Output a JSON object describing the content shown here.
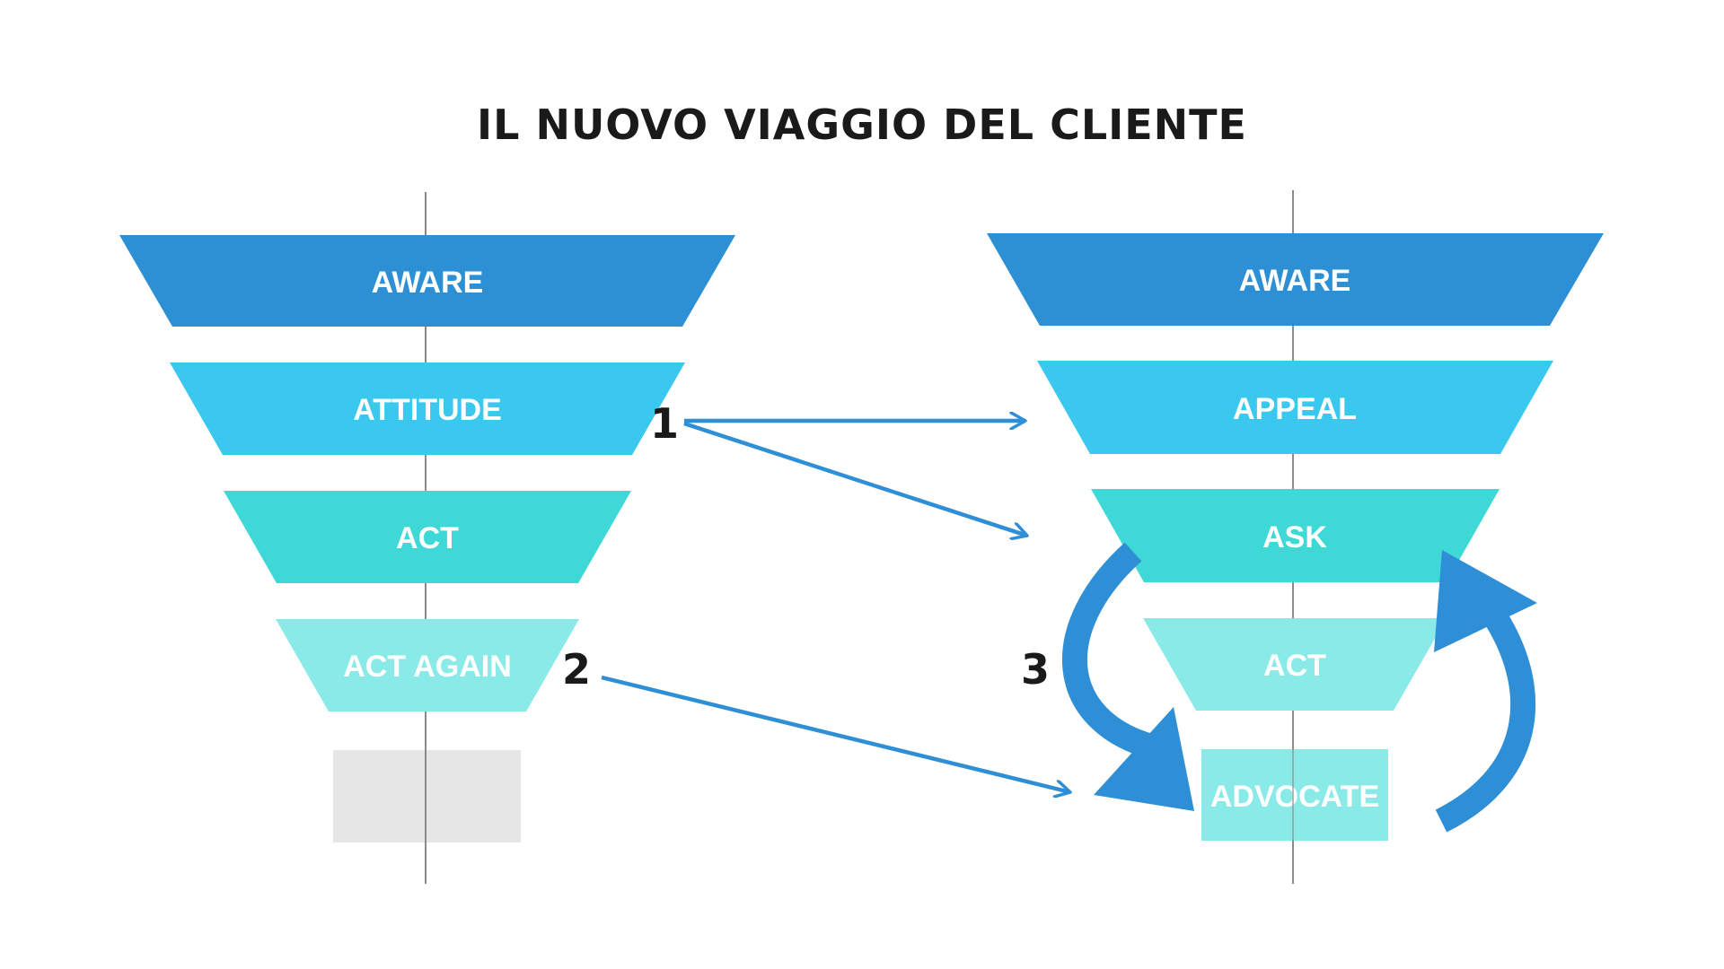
{
  "title": "IL NUOVO VIAGGIO DEL CLIENTE",
  "left_funnel": {
    "stages": [
      {
        "label": "AWARE",
        "color": "#2e90d4"
      },
      {
        "label": "ATTITUDE",
        "color": "#3ac8ee"
      },
      {
        "label": "ACT",
        "color": "#3ed9d6"
      },
      {
        "label": "ACT AGAIN",
        "color": "#8aeae8"
      }
    ],
    "empty_box_color": "#e6e6e6"
  },
  "right_funnel": {
    "stages": [
      {
        "label": "AWARE",
        "color": "#2e90d4"
      },
      {
        "label": "APPEAL",
        "color": "#3ac8ee"
      },
      {
        "label": "ASK",
        "color": "#3ed9d6"
      },
      {
        "label": "ACT",
        "color": "#8aeae8"
      },
      {
        "label": "ADVOCATE",
        "color": "#8aeae8"
      }
    ]
  },
  "markers": [
    "1",
    "2",
    "3"
  ],
  "arrow_color": "#2e8fd6",
  "axis_color": "#8a8a8a"
}
